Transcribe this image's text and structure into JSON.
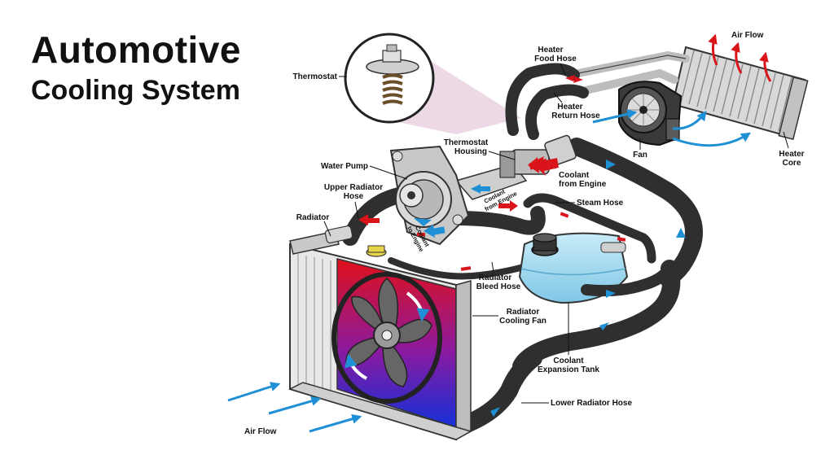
{
  "title": {
    "line1": "Automotive",
    "line2": "Cooling System"
  },
  "labels": {
    "thermostat": "Thermostat",
    "heater_food_hose_1": "Heater",
    "heater_food_hose_2": "Food Hose",
    "air_flow_top": "Air Flow",
    "heater_return_hose_1": "Heater",
    "heater_return_hose_2": "Return Hose",
    "fan": "Fan",
    "heater_core_1": "Heater",
    "heater_core_2": "Core",
    "thermostat_housing_1": "Thermostat",
    "thermostat_housing_2": "Housing",
    "water_pump": "Water Pump",
    "coolant_from_engine_1": "Coolant",
    "coolant_from_engine_2": "from Engine",
    "upper_radiator_hose_1": "Upper Radiator",
    "upper_radiator_hose_2": "Hose",
    "coolant_from_engine_small_1": "Coolant",
    "coolant_from_engine_small_2": "from Engine",
    "steam_hose": "Steam Hose",
    "radiator": "Radiator",
    "coolant_to_engine_1": "Coolant",
    "coolant_to_engine_2": "to Engine",
    "radiator_bleed_hose_1": "Radiator",
    "radiator_bleed_hose_2": "Bleed Hose",
    "radiator_cooling_fan_1": "Radiator",
    "radiator_cooling_fan_2": "Cooling Fan",
    "coolant_expansion_tank_1": "Coolant",
    "coolant_expansion_tank_2": "Expansion Tank",
    "lower_radiator_hose": "Lower Radiator Hose",
    "air_flow_bottom": "Air Flow"
  },
  "colors": {
    "hot": "#d9141b",
    "cold": "#1f8fd6",
    "hose": "#2f2f2f",
    "tank": "#a9dcef",
    "heater_core": "#d8d8d8"
  }
}
